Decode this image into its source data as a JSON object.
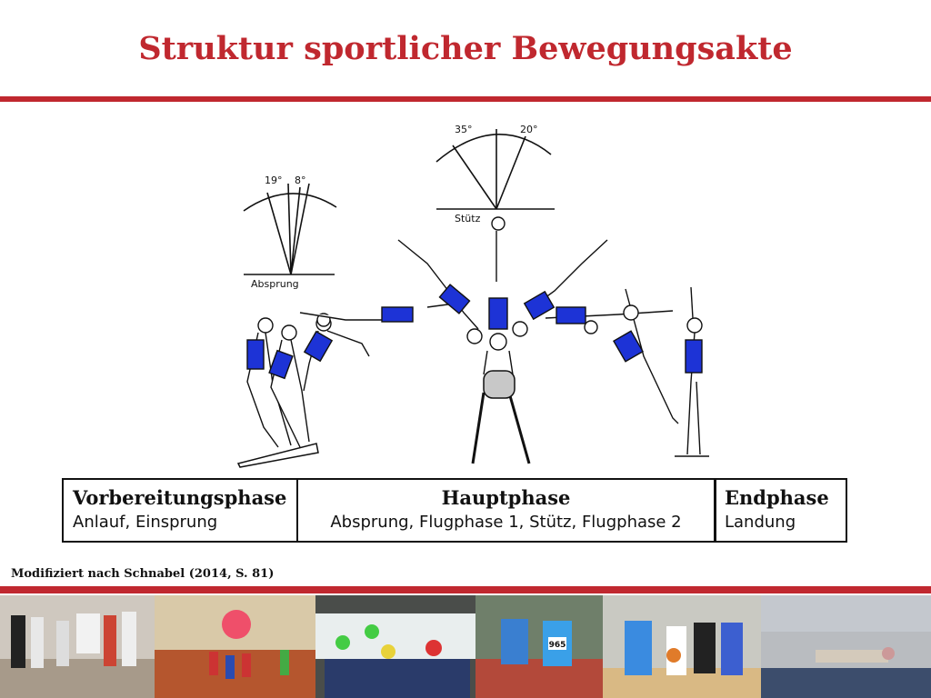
{
  "title": "Struktur sportlicher Bewegungsakte",
  "figure": {
    "takeoff_label": "Absprung",
    "takeoff_angles": [
      "19°",
      "8°"
    ],
    "support_label": "Stütz",
    "support_angles": [
      "35°",
      "20°"
    ]
  },
  "phases": [
    {
      "name": "Vorbereitungsphase",
      "detail": "Anlauf, Einsprung"
    },
    {
      "name": "Hauptphase",
      "detail": "Absprung, Flugphase 1, Stütz, Flugphase 2"
    },
    {
      "name": "Endphase",
      "detail": "Landung"
    }
  ],
  "source": "Modifiziert nach Schnabel (2014, S. 81)",
  "photo_strip": {
    "photos": [
      {
        "name": "photo-students-hall"
      },
      {
        "name": "photo-ball-game-gym"
      },
      {
        "name": "photo-rafting"
      },
      {
        "name": "photo-running-race",
        "bib": "965"
      },
      {
        "name": "photo-basketball"
      },
      {
        "name": "photo-mat-exercise"
      }
    ]
  },
  "colors": {
    "accent": "#c0282f",
    "jersey": "#1d33d6"
  }
}
